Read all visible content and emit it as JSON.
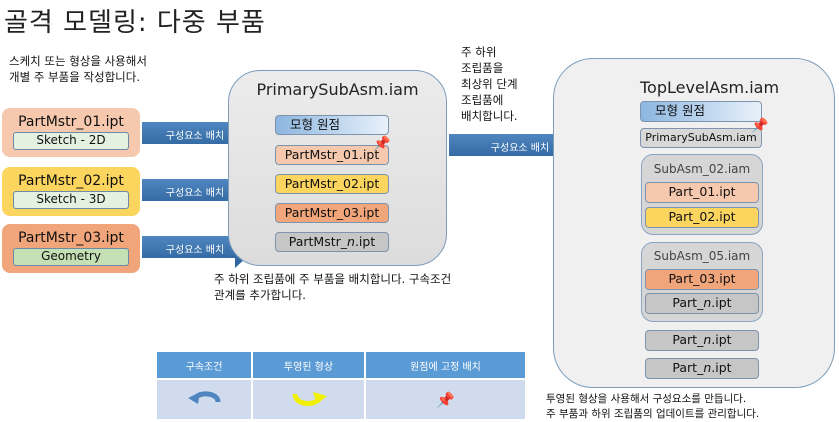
{
  "title": "골격 모델링: 다중 부품",
  "intro": [
    "스케치 또는 형상을 사용해서",
    "개별 주 부품을 작성합니다."
  ],
  "sources": [
    {
      "name": "PartMstr_01.ipt",
      "sub": "Sketch - 2D",
      "color": "#f6c9ae"
    },
    {
      "name": "PartMstr_02.ipt",
      "sub": "Sketch - 3D",
      "color": "#fcd55f"
    },
    {
      "name": "PartMstr_03.ipt",
      "sub": "Geometry",
      "color": "#f0a57a"
    }
  ],
  "place_label": "구성요소 배치",
  "primary": {
    "title": "PrimarySubAsm.iam",
    "origin": "모형 원점",
    "parts": [
      "PartMstr_01.ipt",
      "PartMstr_02.ipt",
      "PartMstr_03.ipt"
    ],
    "part_n_prefix": "PartMstr_",
    "part_n_var": "n",
    "part_n_suffix": ".ipt"
  },
  "primary_caption": [
    "주 하위 조립품에 주 부품을 배치합니다. 구속조건",
    "관계를 추가합니다."
  ],
  "middle_text": [
    "주 하위",
    "조립품을",
    "최상위 단계",
    "조립품에",
    "배치합니다."
  ],
  "top": {
    "title": "TopLevelAsm.iam",
    "origin": "모형 원점",
    "primary": "PrimarySubAsm.iam",
    "sub1": "SubAsm_02.iam",
    "sub1_parts": [
      "Part_01.ipt",
      "Part_02.ipt"
    ],
    "sub2": "SubAsm_05.iam",
    "sub2_part": "Part_03.ipt",
    "n_prefix": "Part_",
    "n_var": "n",
    "n_suffix": ".ipt"
  },
  "top_caption": [
    "투영된 형상을 사용해서 구성요소를 만듭니다.",
    "주 부품과 하위 조립품의 업데이트를 관리합니다."
  ],
  "legend": {
    "headers": [
      "구속조건",
      "투영된 형상",
      "원점에 고정 배치"
    ]
  }
}
